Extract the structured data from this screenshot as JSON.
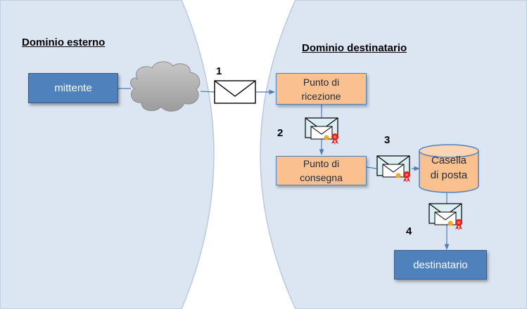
{
  "domains": {
    "external_title": "Dominio esterno",
    "recipient_title": "Dominio destinatario"
  },
  "nodes": {
    "sender": "mittente",
    "reception_line1": "Punto di",
    "reception_line2": "ricezione",
    "delivery_line1": "Punto di",
    "delivery_line2": "consegna",
    "mailbox_line1": "Casella",
    "mailbox_line2": "di posta",
    "recipient": "destinatario"
  },
  "steps": [
    "1",
    "2",
    "3",
    "4"
  ],
  "colors": {
    "domain_fill": "#dce6f2",
    "box_blue": "#4f81bd",
    "box_orange": "#fac090",
    "connector": "#4a7ebb",
    "seal_red": "#e0201b",
    "envelope_tint": "#dbeef4"
  },
  "icons": {
    "cloud": "cloud-icon",
    "plain_envelope": "envelope-icon",
    "certified_envelope": "certified-envelope-icon"
  }
}
